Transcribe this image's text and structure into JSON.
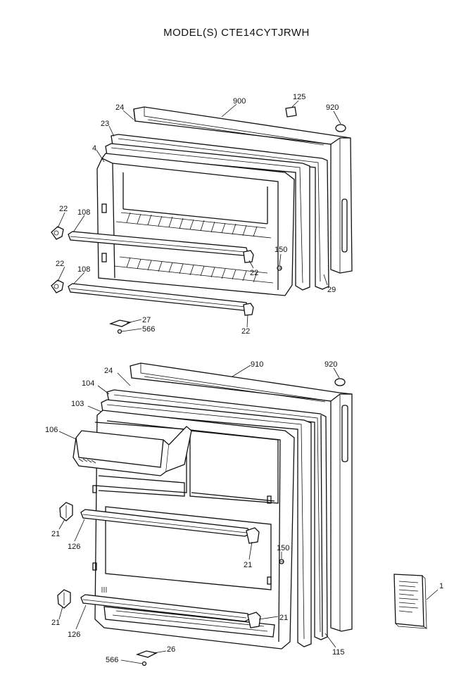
{
  "title": "MODEL(S) CTE14CYTJRWH",
  "freezer_door_labels": {
    "outer_door": "900",
    "handle_cap": "125",
    "plug_top": "920",
    "gasket": "24",
    "liner_trim": "23",
    "liner": "4",
    "shelf_bracket_left_upper": "22",
    "shelf_upper": "108",
    "shelf_bracket_left_lower": "22",
    "shelf_lower": "108",
    "shelf_bracket_right_upper": "22",
    "shelf_bracket_right_lower": "22",
    "screw": "150",
    "breaker": "29",
    "stop": "27",
    "stop_screw": "566"
  },
  "fresh_food_door_labels": {
    "outer_door": "910",
    "plug_top": "920",
    "gasket": "24",
    "liner_trim": "104",
    "liner": "103",
    "dairy_door": "106",
    "shelf_bracket_left_upper": "21",
    "shelf_upper": "126",
    "shelf_bracket_right_upper": "21",
    "screw": "150",
    "shelf_bracket_left_lower": "21",
    "shelf_lower": "126",
    "shelf_bracket_right_lower": "21",
    "breaker": "115",
    "stop": "26",
    "stop_screw": "566",
    "manual": "1"
  }
}
